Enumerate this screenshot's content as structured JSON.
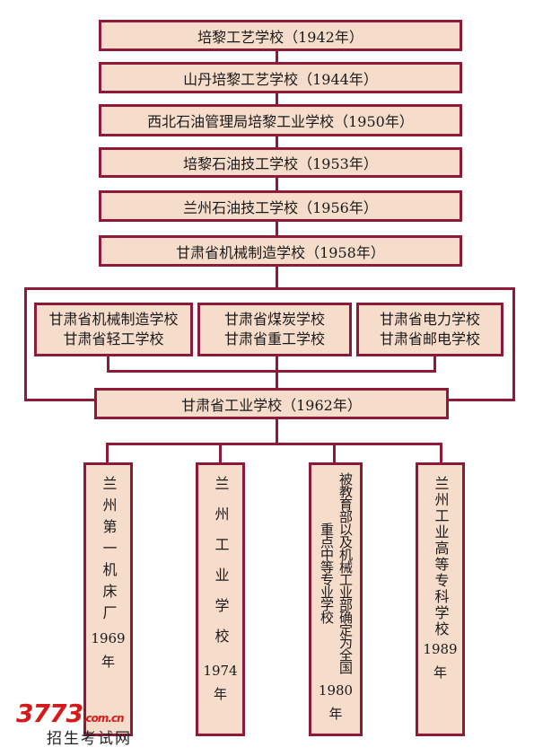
{
  "chain": [
    "培黎工艺学校（1942年）",
    "山丹培黎工艺学校（1944年）",
    "西北石油管理局培黎工业学校（1950年）",
    "培黎石油技工学校（1953年）",
    "兰州石油技工学校（1956年）",
    "甘肃省机械制造学校（1958年）"
  ],
  "split": [
    [
      "甘肃省机械制造学校",
      "甘肃省轻工学校"
    ],
    [
      "甘肃省煤炭学校",
      "甘肃省重工学校"
    ],
    [
      "甘肃省电力学校",
      "甘肃省邮电学校"
    ]
  ],
  "merged": "甘肃省工业学校（1962年）",
  "branches": [
    {
      "text": "兰州第一机床厂",
      "year": "1969",
      "unit": "年"
    },
    {
      "text": "兰州工业学校",
      "year": "1974",
      "unit": "年"
    },
    {
      "text": "被教育部以及机械工业部确定为全国重点中等专业学校",
      "year": "1980",
      "unit": "年"
    },
    {
      "text": "兰州工业高等专科学校",
      "year": "1989",
      "unit": "年"
    }
  ],
  "watermark": {
    "logo": "3773",
    "domain": ".com.cn",
    "sub": "招生考试网"
  }
}
